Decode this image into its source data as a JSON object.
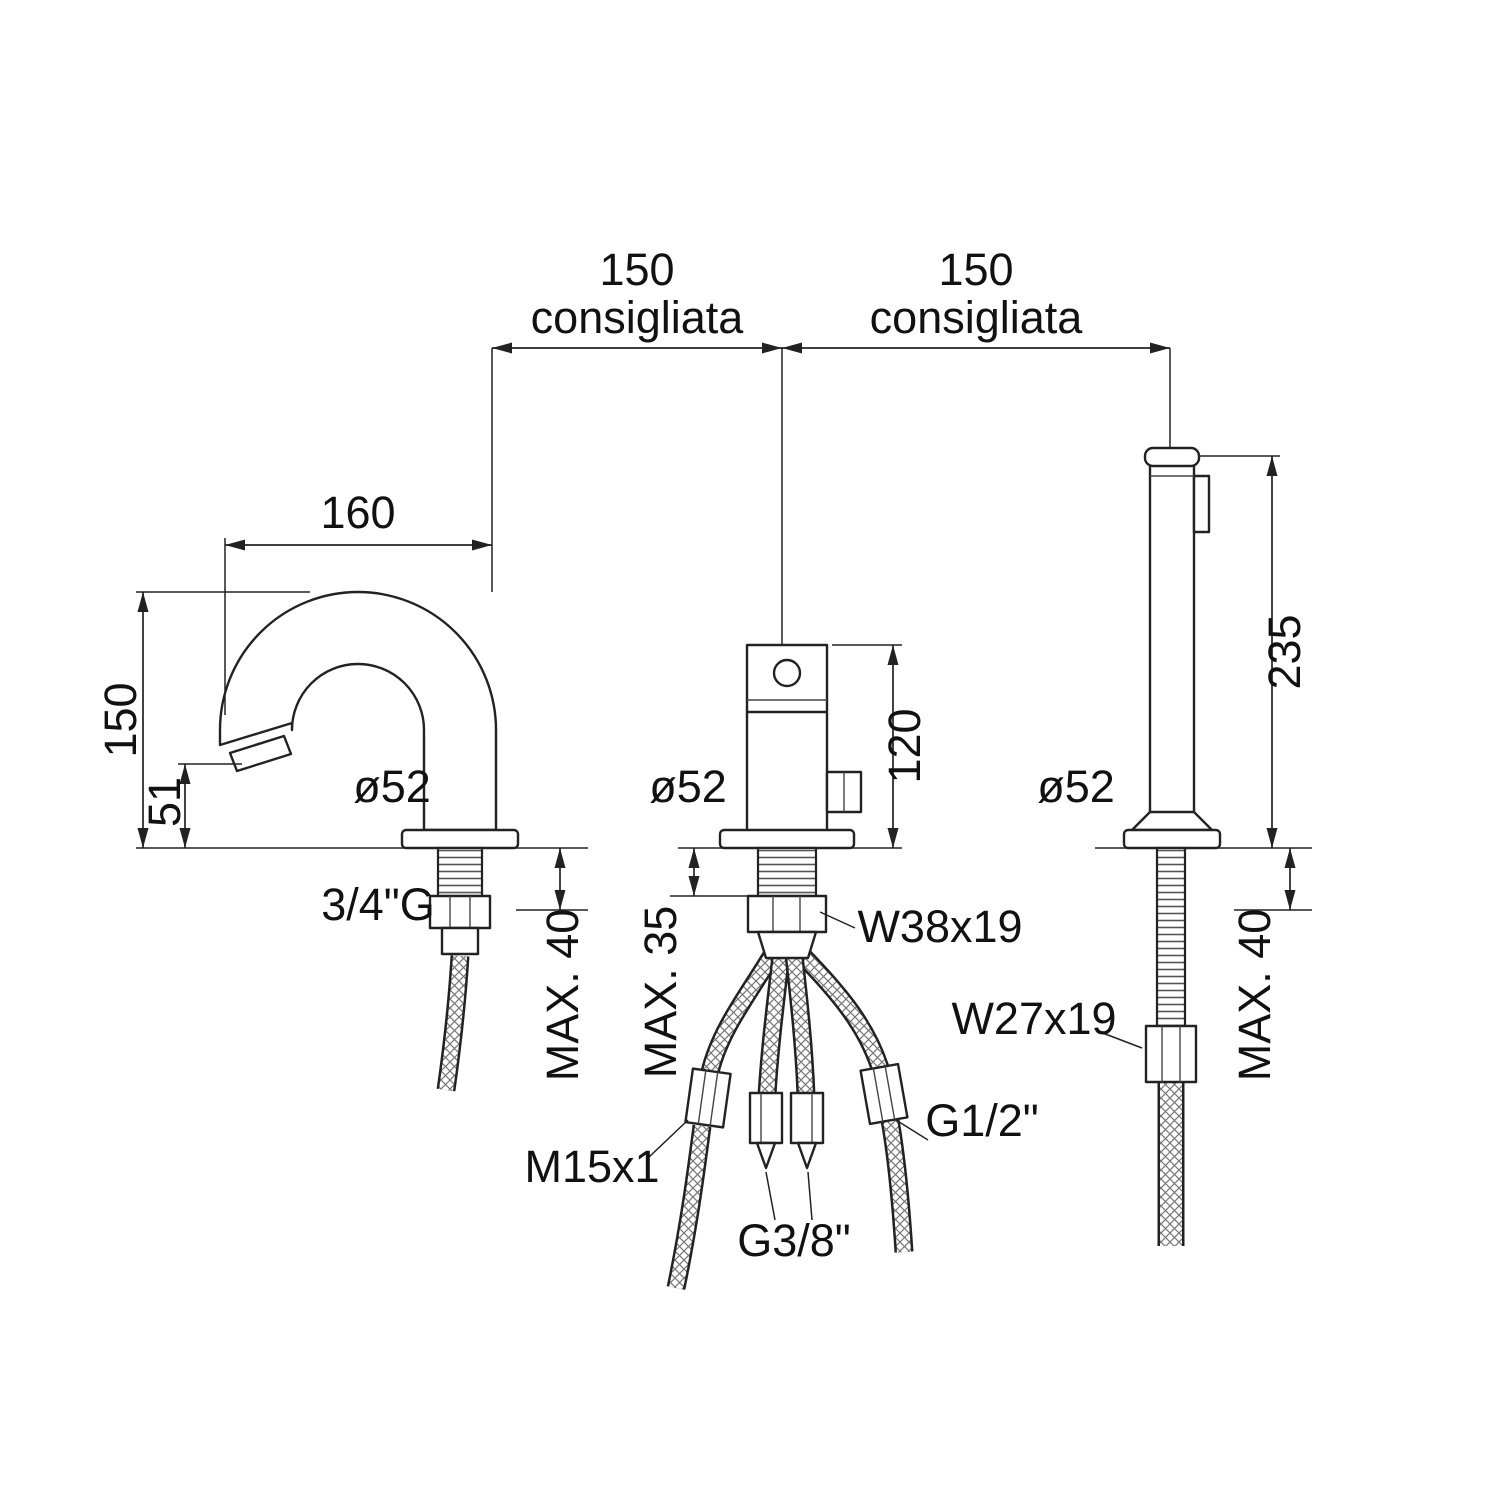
{
  "page": {
    "background": "#ffffff",
    "line_color": "#222222"
  },
  "diagram": {
    "type": "technical-drawing-faucet-3-hole",
    "top": {
      "left_value": "150",
      "left_note": "consigliata",
      "right_value": "150",
      "right_note": "consigliata"
    },
    "spout": {
      "reach": "160",
      "height": "150",
      "outlet_height": "51",
      "diameter": "ø52",
      "thread": "3/4\"G",
      "max_deck": "MAX. 40"
    },
    "mixer": {
      "height": "120",
      "diameter": "ø52",
      "max_deck": "MAX. 35",
      "shank_thread": "W38x19",
      "hose_left_thread": "M15x1",
      "hose_right_thread": "G1/2\"",
      "hose_center_thread": "G3/8\""
    },
    "handshower": {
      "height": "235",
      "diameter": "ø52",
      "nut_thread": "W27x19",
      "max_deck": "MAX. 40"
    }
  }
}
